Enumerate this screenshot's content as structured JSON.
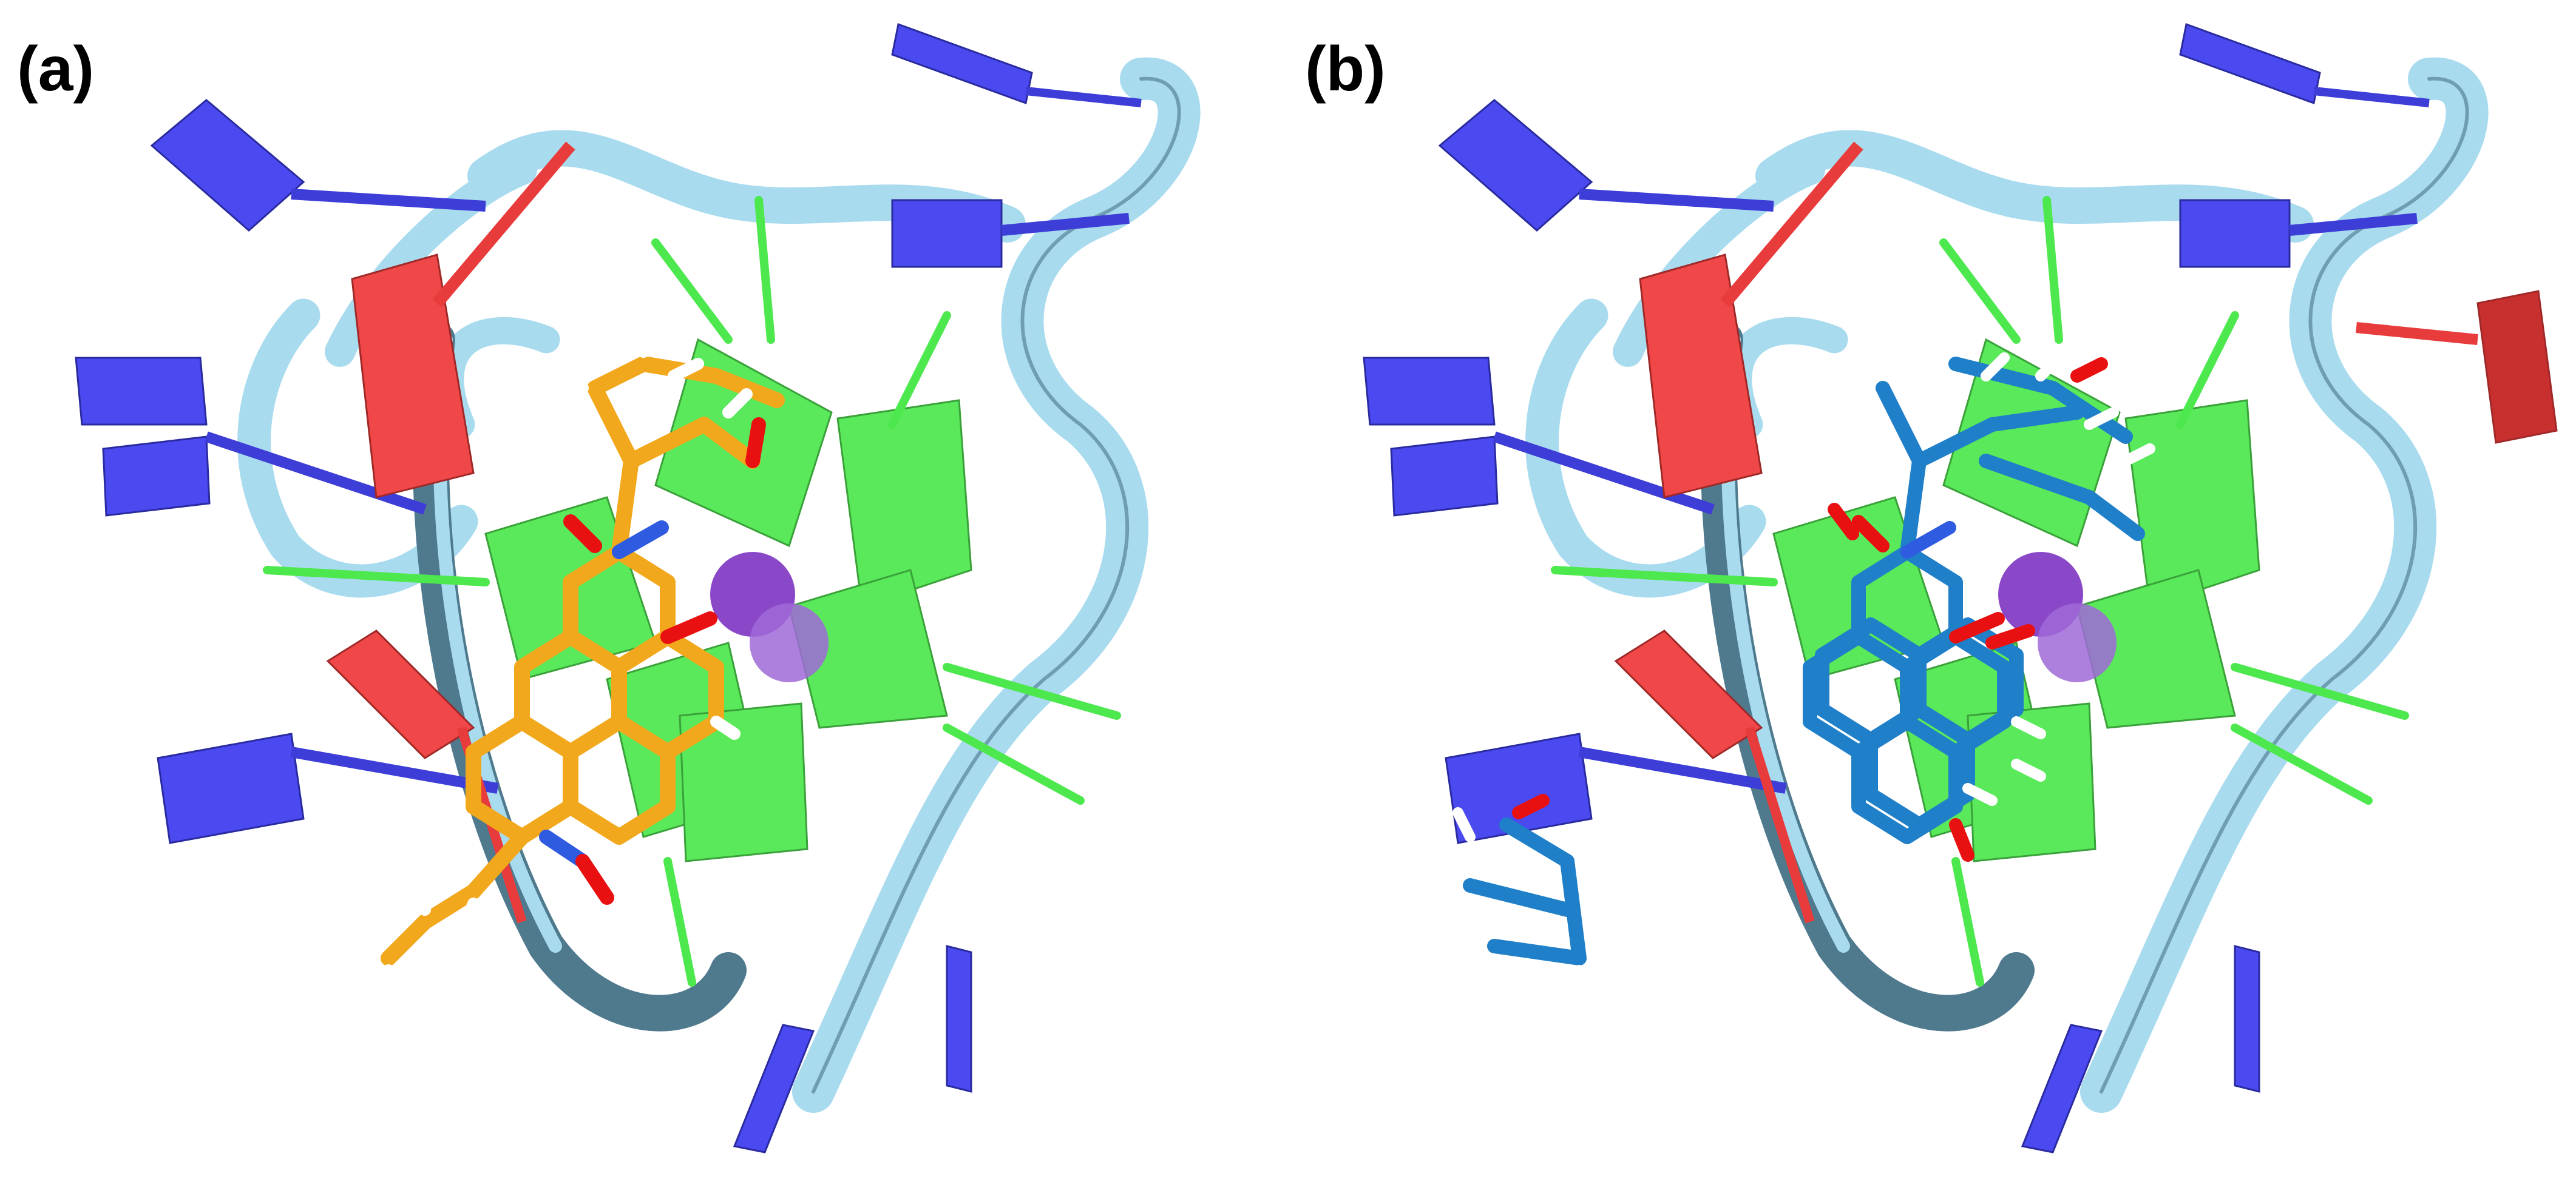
{
  "figure": {
    "panels": [
      {
        "id": "a",
        "label": "(a)",
        "ligand_color": "#F2A81D",
        "description": "G-quadruplex DNA with single bound ligand pose (orange sticks) and potassium ions (purple spheres)"
      },
      {
        "id": "b",
        "label": "(b)",
        "ligand_color": "#1F7FC8",
        "description": "G-quadruplex DNA with ensemble of ligand poses (blue sticks) and potassium ions (purple spheres)"
      }
    ],
    "colors": {
      "backbone_ribbon": "#A9DBEF",
      "backbone_dark": "#4F7A8E",
      "guanine": "#45E045",
      "thymine_adenine_blue": "#4A4AF0",
      "red_base": "#F04848",
      "potassium": "#9B59D0",
      "oxygen": "#E81010",
      "nitrogen": "#2F5BE0",
      "hydrogen": "#FFFFFF",
      "background": "#FFFFFF"
    }
  }
}
